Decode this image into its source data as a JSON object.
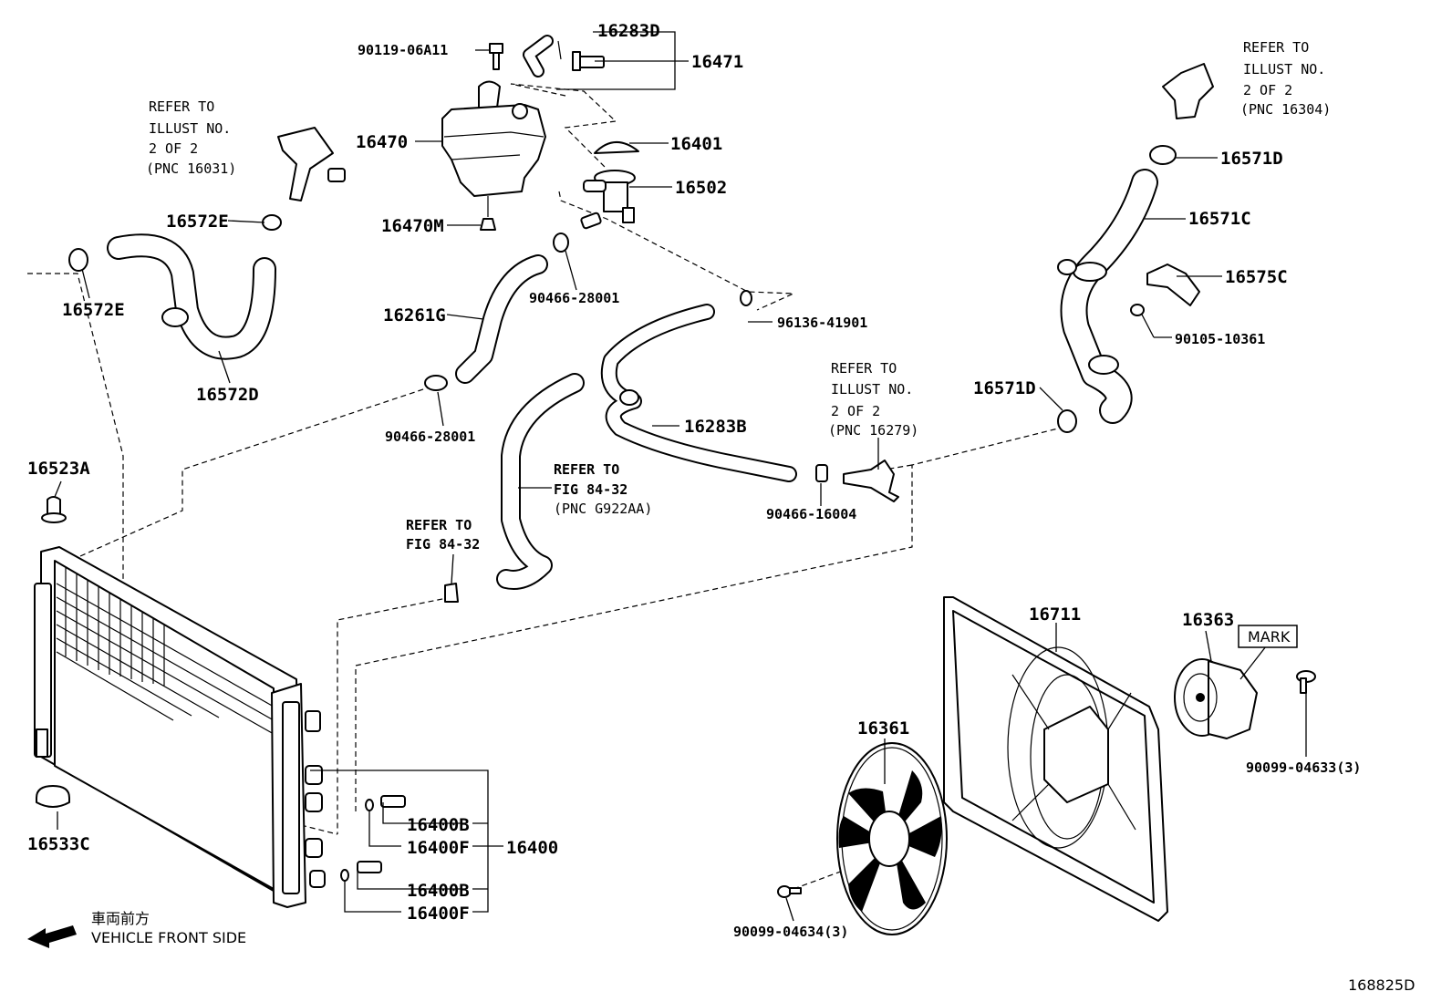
{
  "diagram_id": "168825D",
  "orientation": {
    "japanese": "車両前方",
    "english": "VEHICLE FRONT SIDE"
  },
  "parts": {
    "p90119_06A11": "90119-06A11",
    "p16283D": "16283D",
    "p16471": "16471",
    "p16470": "16470",
    "p16401": "16401",
    "p16502": "16502",
    "p16470M": "16470M",
    "p16572E_top": "16572E",
    "p16572E_left": "16572E",
    "p16572D": "16572D",
    "p16261G": "16261G",
    "p90466_28001_a": "90466-28001",
    "p90466_28001_b": "90466-28001",
    "p96136_41901": "96136-41901",
    "p16283B": "16283B",
    "p90466_16004": "90466-16004",
    "p16571D_top": "16571D",
    "p16571C": "16571C",
    "p16575C": "16575C",
    "p90105_10361": "90105-10361",
    "p16571D_mid": "16571D",
    "p16523A": "16523A",
    "p16533C": "16533C",
    "p16400B_a": "16400B",
    "p16400F_a": "16400F",
    "p16400B_b": "16400B",
    "p16400F_b": "16400F",
    "p16400": "16400",
    "p16711": "16711",
    "p16363": "16363",
    "p16361": "16361",
    "p90099_04633": "90099-04633(3)",
    "p90099_04634": "90099-04634(3)"
  },
  "mark_label": "MARK",
  "references": {
    "ref_16031": {
      "l1": "REFER TO",
      "l2": "ILLUST NO.",
      "l3": "2 OF 2",
      "l4": "(PNC 16031)"
    },
    "ref_16304": {
      "l1": "REFER TO",
      "l2": "ILLUST NO.",
      "l3": "2 OF 2",
      "l4": "(PNC 16304)"
    },
    "ref_16279": {
      "l1": "REFER TO",
      "l2": "ILLUST NO.",
      "l3": "2 OF 2",
      "l4": "(PNC 16279)"
    },
    "ref_fig_hose": {
      "l1": "REFER TO",
      "l2": "FIG 84-32",
      "l3": "(PNC G922AA)"
    },
    "ref_fig_clip": {
      "l1": "REFER TO",
      "l2": "FIG 84-32"
    }
  }
}
